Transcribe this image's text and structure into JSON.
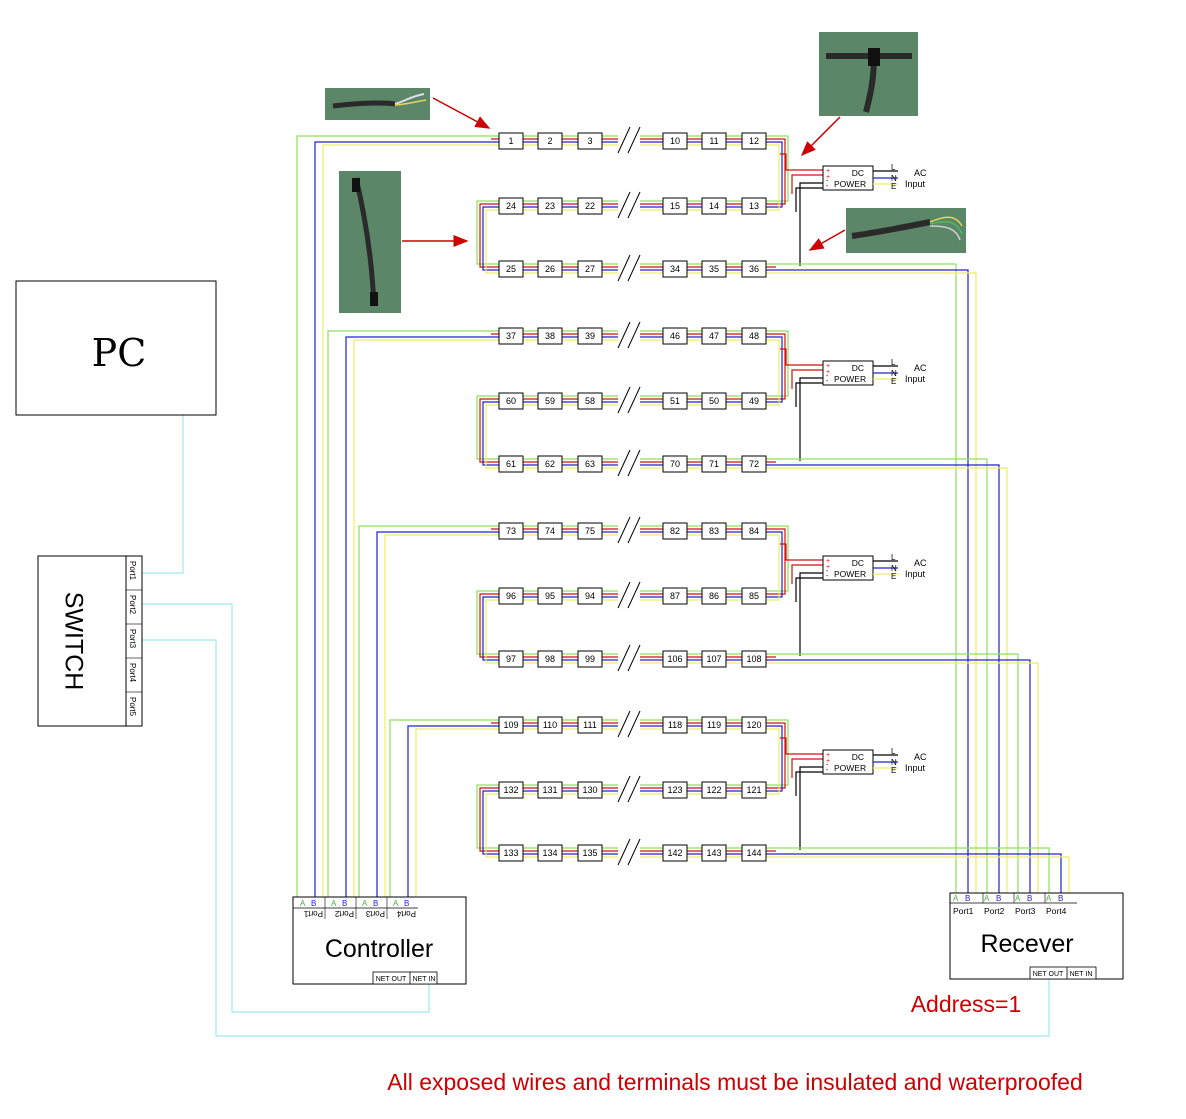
{
  "pc": {
    "label": "PC"
  },
  "switch": {
    "label": "SWITCH",
    "ports": [
      "Port1",
      "Port2",
      "Port3",
      "Port4",
      "Port5"
    ]
  },
  "controller": {
    "label": "Controller",
    "ports": [
      "Port1",
      "Port2",
      "Port3",
      "Port4"
    ],
    "pin_a": "A",
    "pin_b": "B",
    "net_out": "NET OUT",
    "net_in": "NET IN"
  },
  "receiver": {
    "label": "Recever",
    "ports": [
      "Port1",
      "Port2",
      "Port3",
      "Port4"
    ],
    "pin_a": "A",
    "pin_b": "B",
    "net_out": "NET OUT",
    "net_in": "NET IN",
    "address": "Address=1"
  },
  "power": {
    "dc": "DC",
    "power": "POWER",
    "ac": "AC",
    "input": "Input",
    "l": "L",
    "n": "N",
    "e": "E",
    "plus": "+",
    "minus": "-"
  },
  "groups": [
    {
      "rows": [
        [
          "1",
          "2",
          "3",
          "10",
          "11",
          "12"
        ],
        [
          "24",
          "23",
          "22",
          "15",
          "14",
          "13"
        ],
        [
          "25",
          "26",
          "27",
          "34",
          "35",
          "36"
        ]
      ]
    },
    {
      "rows": [
        [
          "37",
          "38",
          "39",
          "46",
          "47",
          "48"
        ],
        [
          "60",
          "59",
          "58",
          "51",
          "50",
          "49"
        ],
        [
          "61",
          "62",
          "63",
          "70",
          "71",
          "72"
        ]
      ]
    },
    {
      "rows": [
        [
          "73",
          "74",
          "75",
          "82",
          "83",
          "84"
        ],
        [
          "96",
          "95",
          "94",
          "87",
          "86",
          "85"
        ],
        [
          "97",
          "98",
          "99",
          "106",
          "107",
          "108"
        ]
      ]
    },
    {
      "rows": [
        [
          "109",
          "110",
          "111",
          "118",
          "119",
          "120"
        ],
        [
          "132",
          "131",
          "130",
          "123",
          "122",
          "121"
        ],
        [
          "133",
          "134",
          "135",
          "142",
          "143",
          "144"
        ]
      ]
    }
  ],
  "warning": "All exposed wires and terminals must be insulated and waterproofed",
  "colors": {
    "green": "#8ee05a",
    "blue": "#2020d0",
    "yellow": "#eeee60",
    "red": "#d01010",
    "black": "#000000",
    "cyan": "#9fe8f0",
    "annotation_red": "#cc0000",
    "photo_bg": "#5f8a6c"
  }
}
